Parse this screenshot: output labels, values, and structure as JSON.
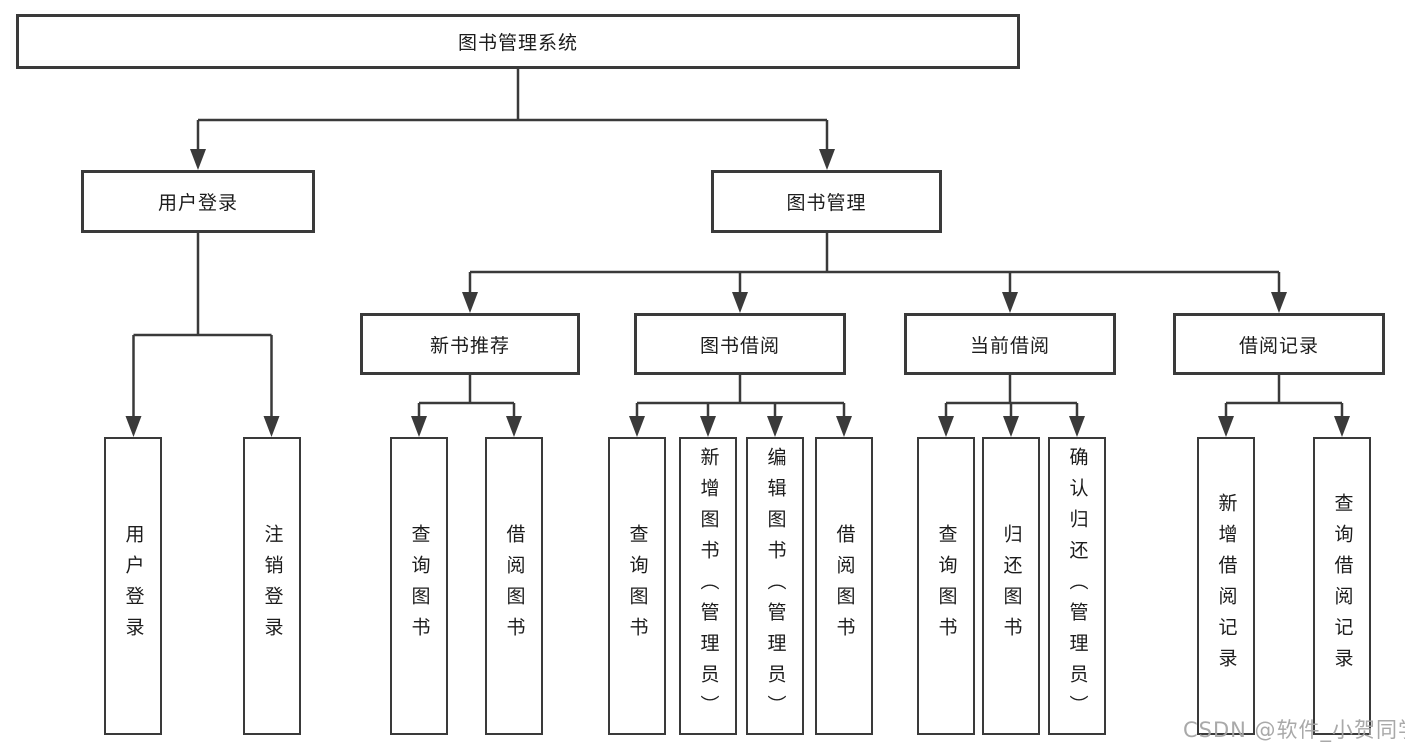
{
  "diagram": {
    "title_node": "图书管理系统",
    "nodes": {
      "root": "图书管理系统",
      "user_login": "用户登录",
      "book_mgmt": "图书管理",
      "new_book_rec": "新书推荐",
      "book_borrow": "图书借阅",
      "current_borrow": "当前借阅",
      "borrow_record": "借阅记录",
      "leaf_user_login": "用户登录",
      "leaf_logout": "注销登录",
      "leaf_query_book_1": "查询图书",
      "leaf_borrow_book_1": "借阅图书",
      "leaf_query_book_2": "查询图书",
      "leaf_add_book_admin": "新增图书（管理员）",
      "leaf_edit_book_admin": "编辑图书（管理员）",
      "leaf_borrow_book_2": "借阅图书",
      "leaf_query_book_3": "查询图书",
      "leaf_return_book": "归还图书",
      "leaf_confirm_return_admin": "确认归还（管理员）",
      "leaf_add_borrow_record": "新增借阅记录",
      "leaf_query_borrow_record": "查询借阅记录"
    },
    "colors": {
      "line": "#3a3a3a",
      "text": "#1c1c1c",
      "box_background": "#ffffff",
      "page_background": "#ffffff",
      "watermark": "#a4a4a4"
    }
  },
  "watermark": {
    "text": "CSDN @软件_小贺同学"
  }
}
